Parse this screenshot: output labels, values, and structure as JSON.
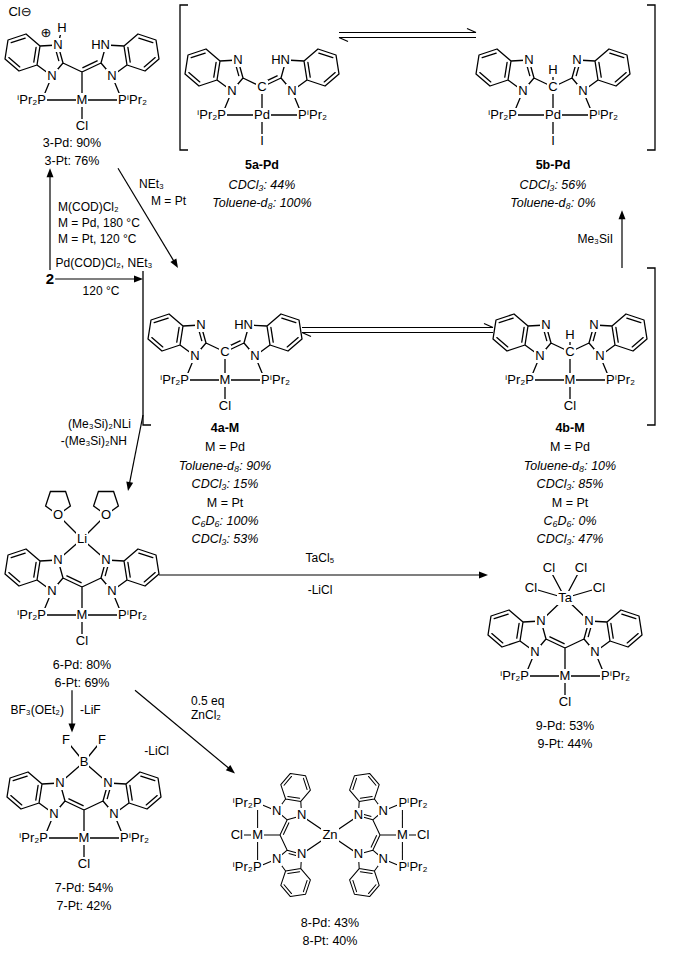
{
  "diagram": {
    "nodes": [
      {
        "text": [
          "Cl⊖",
          "⊕",
          "H",
          "N",
          "HN",
          "N",
          "N",
          "ⁱPr₂P",
          "M",
          "PⁱPr₂",
          "Cl",
          "3-Pd: 90%",
          "3-Pt: 76%"
        ]
      },
      {
        "text": [
          "N",
          "HN",
          "C",
          "N",
          "N",
          "ⁱPr₂P",
          "Pd",
          "PⁱPr₂",
          "I",
          "5a-Pd",
          "CDCl₃: 44%",
          "Toluene-d₈: 100%"
        ]
      },
      {
        "text": [
          "N",
          "H",
          "N",
          "C",
          "N",
          "N",
          "ⁱPr₂P",
          "Pd",
          "PⁱPr₂",
          "I",
          "5b-Pd",
          "CDCl₃: 56%",
          "Toluene-d₈: 0%"
        ]
      },
      {
        "text": [
          "2"
        ]
      },
      {
        "text": [
          "N",
          "HN",
          "C",
          "N",
          "N",
          "ⁱPr₂P",
          "M",
          "PⁱPr₂",
          "Cl",
          "4a-M",
          "M = Pd",
          "Toluene-d₈: 90%",
          "CDCl₃: 15%",
          "M = Pt",
          "C₆D₆: 100%",
          "CDCl₃: 53%"
        ]
      },
      {
        "text": [
          "N",
          "H",
          "N",
          "C",
          "N",
          "N",
          "ⁱPr₂P",
          "M",
          "PⁱPr₂",
          "Cl",
          "4b-M",
          "M = Pd",
          "Toluene-d₈: 10%",
          "CDCl₃: 85%",
          "M = Pt",
          "C₆D₆: 0%",
          "CDCl₃: 47%"
        ]
      },
      {
        "text": [
          "O",
          "O",
          "Li",
          "N",
          "N",
          "N",
          "N",
          "ⁱPr₂P",
          "M",
          "PⁱPr₂",
          "Cl",
          "6-Pd: 80%",
          "6-Pt: 69%"
        ]
      },
      {
        "text": [
          "Cl",
          "Cl",
          "Cl",
          "Cl",
          "Ta",
          "N",
          "N",
          "N",
          "N",
          "ⁱPr₂P",
          "M",
          "PⁱPr₂",
          "Cl",
          "9-Pd: 53%",
          "9-Pt: 44%"
        ]
      },
      {
        "text": [
          "F",
          "F",
          "B",
          "N",
          "N",
          "N",
          "N",
          "ⁱPr₂P",
          "M",
          "PⁱPr₂",
          "Cl",
          "7-Pd: 54%",
          "7-Pt: 42%"
        ]
      },
      {
        "text": [
          "ⁱPr₂P",
          "Cl",
          "M",
          "ⁱPr₂P",
          "N",
          "N",
          "N",
          "N",
          "Zn",
          "PⁱPr₂",
          "M",
          "Cl",
          "PⁱPr₂",
          "N",
          "N",
          "N",
          "N",
          "8-Pd: 43%",
          "8-Pt: 40%"
        ]
      }
    ],
    "edges": [
      {
        "from": 3,
        "to": 0,
        "arrow": "to",
        "label": "M(COD)Cl₂"
      },
      {
        "from": 0,
        "to": 4,
        "arrow": "to",
        "label": "NEt₃"
      },
      {
        "from": 3,
        "to": 4,
        "arrow": "to",
        "label": "Pd(COD)Cl₂, NEt₃"
      },
      {
        "from": 4,
        "to": 5,
        "arrow": "both"
      },
      {
        "from": 5,
        "to": 2,
        "arrow": "to",
        "label": "Me₃SiI"
      },
      {
        "from": 1,
        "to": 2,
        "arrow": "both"
      },
      {
        "from": 4,
        "to": 6,
        "arrow": "to",
        "label": "(Me₃Si)₂NLi"
      },
      {
        "from": 6,
        "to": 7,
        "arrow": "to",
        "label": "TaCl₅"
      },
      {
        "from": 6,
        "to": 8,
        "arrow": "to",
        "label": "BF₃(OEt₂)"
      },
      {
        "from": 6,
        "to": 9,
        "arrow": "to",
        "label": "0.5 eq ZnCl₂"
      }
    ],
    "labels": [
      "M = Pd, 180 °C",
      "M = Pt, 120 °C",
      "M = Pt",
      "120 °C",
      "-(Me₃Si)₂NH",
      "-LiCl",
      "-LiF",
      "-LiCl"
    ]
  }
}
